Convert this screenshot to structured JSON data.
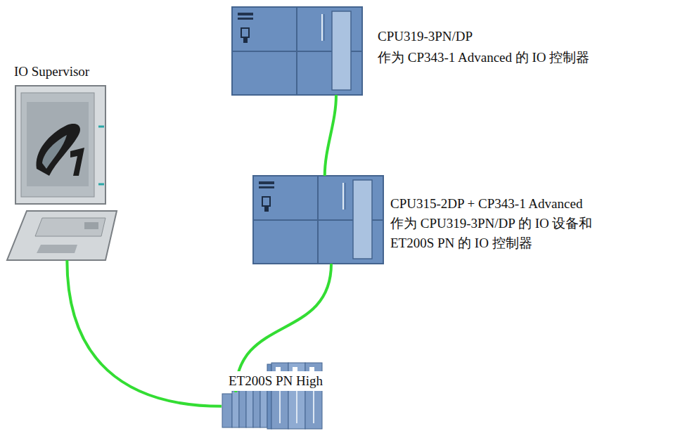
{
  "diagram": {
    "nodes": [
      {
        "text": [
          "CPU319-3PN/DP",
          "作为 CP343-1 Advanced 的 IO 控制器"
        ]
      },
      {
        "text": [
          "CPU315-2DP + CP343-1 Advanced",
          "作为 CPU319-3PN/DP 的 IO 设备和 ET200S PN 的 IO 控制器"
        ]
      },
      {
        "text": [
          "IO Supervisor"
        ]
      },
      {
        "text": [
          "ET200S PN High"
        ]
      }
    ],
    "edges": [
      {
        "from": 0,
        "to": 1,
        "arrow": "none"
      },
      {
        "from": 1,
        "to": 3,
        "arrow": "none"
      },
      {
        "from": 2,
        "to": 3,
        "arrow": "none"
      }
    ]
  }
}
